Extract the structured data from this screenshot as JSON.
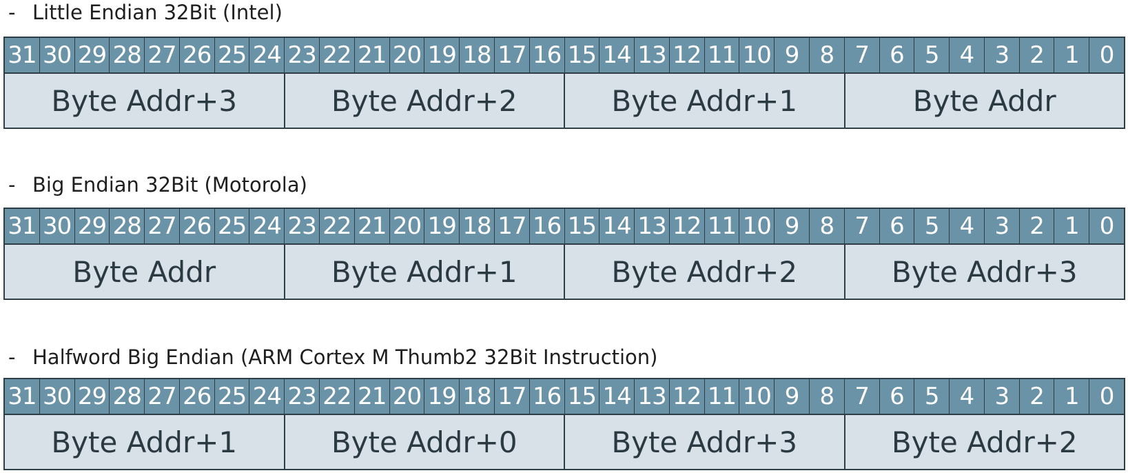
{
  "sections": [
    {
      "dash": "-",
      "title": "Little Endian 32Bit (Intel)",
      "bytes": [
        "Byte Addr+3",
        "Byte Addr+2",
        "Byte Addr+1",
        "Byte Addr"
      ]
    },
    {
      "dash": "-",
      "title": "Big Endian 32Bit (Motorola)",
      "bytes": [
        "Byte Addr",
        "Byte Addr+1",
        "Byte Addr+2",
        "Byte Addr+3"
      ]
    },
    {
      "dash": "-",
      "title": "Halfword Big Endian (ARM Cortex M Thumb2 32Bit Instruction)",
      "bytes": [
        "Byte Addr+1",
        "Byte Addr+0",
        "Byte Addr+3",
        "Byte Addr+2"
      ]
    }
  ],
  "bit_labels": [
    "31",
    "30",
    "29",
    "28",
    "27",
    "26",
    "25",
    "24",
    "23",
    "22",
    "21",
    "20",
    "19",
    "18",
    "17",
    "16",
    "15",
    "14",
    "13",
    "12",
    "11",
    "10",
    "9",
    "8",
    "7",
    "6",
    "5",
    "4",
    "3",
    "2",
    "1",
    "0"
  ],
  "colors": {
    "bit_header_bg": "#6a93a8",
    "byte_row_bg": "#d7e1e7",
    "border": "#2d3e46"
  }
}
